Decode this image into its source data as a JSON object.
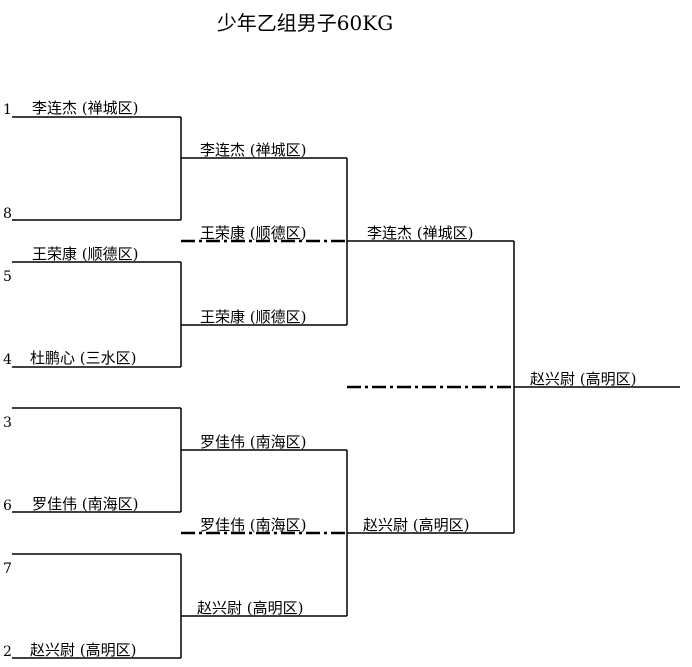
{
  "title": "少年乙组男子60KG",
  "seeds": [
    "1",
    "8",
    "5",
    "4",
    "3",
    "6",
    "7",
    "2"
  ],
  "round1": [
    "李连杰 (禅城区)",
    "",
    "王荣康 (顺德区)",
    "杜鹏心  (三水区)",
    "",
    "罗佳伟 (南海区)",
    "",
    "赵兴尉  (高明区)"
  ],
  "round2": [
    "李连杰 (禅城区)",
    "王荣康 (顺德区)",
    "罗佳伟 (南海区)",
    "赵兴尉  (高明区)"
  ],
  "round3": [
    "李连杰 (禅城区)",
    "赵兴尉  (高明区)"
  ],
  "semifinal_losers": [
    "王荣康 (顺德区)",
    "罗佳伟 (南海区)"
  ],
  "champion": "赵兴尉  (高明区)"
}
